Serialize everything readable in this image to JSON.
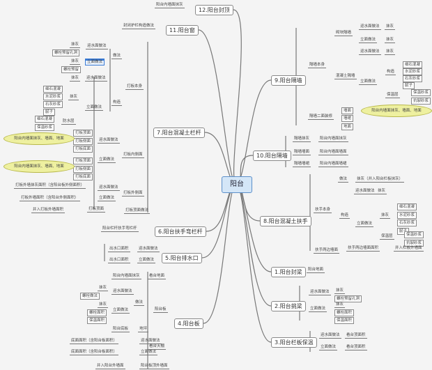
{
  "center": "阳台",
  "topics": [
    "12.阳台封顶",
    "11.阳台窗",
    "7.阳台混凝土栏杆",
    "6.阳台扶手弯栏杆",
    "5.阳台排水口",
    "4.阳台板",
    "9.阳台隔墙",
    "10.阳台隔墙",
    "8.阳台混凝土扶手",
    "1.阳台封梁",
    "2.阳台挑梁",
    "3.阳台栏板保温"
  ],
  "notes": [
    "阳台内墙面抹灰、墙面、地面",
    "阳台内墙面抹灰、墙面、地面",
    "阳台内墙面抹灰、墙面、地面"
  ],
  "leaves": [
    "阳台内墙面抹灰",
    "封闭护栏构造做法",
    "打板本身",
    "做法",
    "构造",
    "迎水面做法",
    "立面做法",
    "抹灰",
    "螺栓预留孔洞",
    "抹灰",
    "螺栓预留",
    "迎水面做法",
    "抹灰",
    "立面做法",
    "抹灰",
    "细石混凝",
    "水泥砂浆",
    "石灰砂浆",
    "腻子",
    "防水层",
    "细石混凝",
    "保温砂浆",
    "打板内侧面",
    "迎水面做法",
    "立面做法",
    "打板顶面",
    "打板侧面",
    "打板底面",
    "打板顶面",
    "打板侧面",
    "打板底面",
    "打板外侧面",
    "迎水面做法",
    "立面做法",
    "打板外墙抹灰面积（含阳台板外侧面积）",
    "打板外墙面积（含阳台外侧面积）",
    "打板顶面做法",
    "打板顶面",
    "并入打板外墙面积",
    "阳台栏杆扶手弯栏杆",
    "出水口面积",
    "迎水面做法",
    "出水口面积",
    "立面做法",
    "阳台内墙面抹灰",
    "看台地面",
    "做法",
    "阳台板",
    "迎水面做法",
    "立面做法",
    "抹灰",
    "螺栓做法",
    "抹灰",
    "螺栓面积",
    "保温面积",
    "阳台底板",
    "地坪",
    "底面面积（含阳台板面积）",
    "迎水面做法",
    "底面面积（含阳台板面积）",
    "立面做法",
    "看台天棚",
    "并入阳台外墙面",
    "阳台板顶外墙面",
    "隔墙本身",
    "砌块隔墙",
    "迎水面做法",
    "抹灰",
    "立面做法",
    "抹灰",
    "迎水面做法",
    "抹灰",
    "混凝土隔墙",
    "立面做法",
    "构造",
    "细石混凝",
    "水泥砂浆",
    "石灰砂浆",
    "腻子",
    "保温层",
    "保温砂浆",
    "抗裂砂浆",
    "隔墙二面装修",
    "墙面",
    "墙裙",
    "地面",
    "隔墙抹灰",
    "阳台内墙面抹灰",
    "隔墙墙面",
    "阳台内墙面墙面",
    "隔墙墙裙",
    "阳台内墙面墙裙",
    "扶手本身",
    "做法",
    "抹灰（并入阳台栏板抹灰）",
    "构造",
    "迎水面做法",
    "抹灰",
    "立面做法",
    "抹灰",
    "细石混凝",
    "水泥砂浆",
    "石灰砂浆",
    "腻子",
    "保温层",
    "保温砂浆",
    "抗裂砂浆",
    "扶手两边墙面",
    "扶手两边墙面面积",
    "并入栏板外墙面",
    "阳台地面",
    "迎水面做法",
    "抹灰",
    "螺栓预留孔洞",
    "立面做法",
    "抹灰",
    "螺栓面积",
    "保温面积",
    "迎水面做法",
    "看台顶面积",
    "立面做法",
    "看台顶面积"
  ],
  "colors": {
    "center_fill": "#d4e6f7",
    "center_border": "#5b8fc9",
    "note_fill": "#eef0a0",
    "line": "#777777"
  }
}
